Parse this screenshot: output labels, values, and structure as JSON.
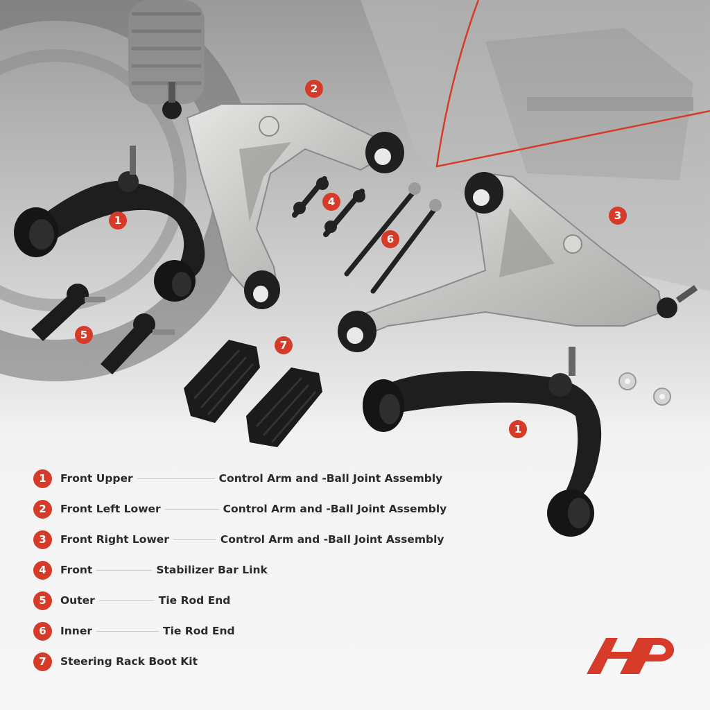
{
  "callouts": [
    {
      "num": "1",
      "id": "upper-arm-left"
    },
    {
      "num": "2",
      "id": "lower-left-arm"
    },
    {
      "num": "3",
      "id": "lower-right-arm"
    },
    {
      "num": "4",
      "id": "stabilizer-links"
    },
    {
      "num": "5",
      "id": "outer-tie-rods"
    },
    {
      "num": "6",
      "id": "inner-tie-rods"
    },
    {
      "num": "7",
      "id": "rack-boots"
    },
    {
      "num": "1",
      "id": "upper-arm-right"
    }
  ],
  "legend": [
    {
      "num": "1",
      "left": "Front Upper",
      "right": "Control Arm and -Ball Joint Assembly"
    },
    {
      "num": "2",
      "left": "Front Left Lower",
      "right": "Control Arm and -Ball Joint Assembly"
    },
    {
      "num": "3",
      "left": "Front Right Lower",
      "right": "Control Arm and -Ball Joint Assembly"
    },
    {
      "num": "4",
      "left": "Front",
      "right": "Stabilizer Bar Link"
    },
    {
      "num": "5",
      "left": "Outer",
      "right": "Tie Rod End"
    },
    {
      "num": "6",
      "left": "Inner",
      "right": "Tie Rod End"
    },
    {
      "num": "7",
      "left": "Steering Rack Boot Kit",
      "right": ""
    }
  ],
  "colors": {
    "accent": "#d63b2a",
    "dark_part": "#1e1e1e",
    "silver_part": "#c9c9c7",
    "text": "#2a2a2a"
  }
}
